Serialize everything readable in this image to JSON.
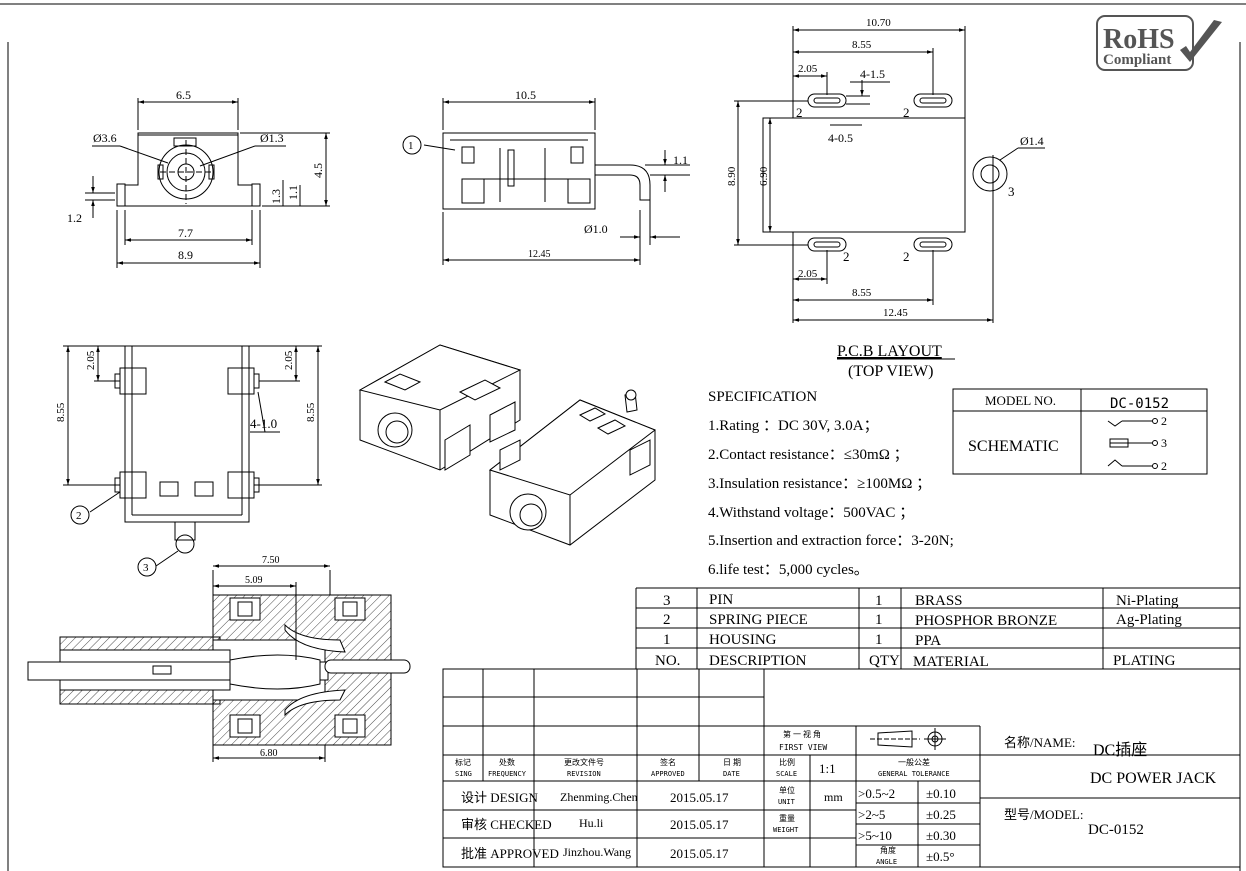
{
  "logo": {
    "line1": "RoHS",
    "line2": "Compliant",
    "check_icon": "check-mark-icon"
  },
  "dims": {
    "front_6_5": "6.5",
    "front_d36": "Ø3.6",
    "front_d13": "Ø1.3",
    "front_4_5": "4.5",
    "front_1_1": "1.1",
    "front_1_3": "1.3",
    "front_1_2": "1.2",
    "front_7_7": "7.7",
    "front_8_9": "8.9",
    "side_10_5": "10.5",
    "side_1_1": "1.1",
    "side_d10": "Ø1.0",
    "side_12_45": "12.45",
    "pcb_10_70": "10.70",
    "pcb_8_55_top": "8.55",
    "pcb_2_05_top": "2.05",
    "pcb_4_1_5": "4-1.5",
    "pcb_4_0_5": "4-0.5",
    "pcb_d14": "Ø1.4",
    "pcb_8_90": "8.90",
    "pcb_6_90": "6.90",
    "pcb_2_05_bot": "2.05",
    "pcb_8_55_bot": "8.55",
    "pcb_12_45": "12.45",
    "top_2_05_l": "2.05",
    "top_2_05_r": "2.05",
    "top_8_55_l": "8.55",
    "top_8_55_r": "8.55",
    "top_4_1_0": "4-1.0",
    "sec_7_50": "7.50",
    "sec_5_09": "5.09",
    "sec_6_80": "6.80",
    "pin_2": "2",
    "pin_3": "3"
  },
  "balloons": {
    "one": "1",
    "two": "2",
    "three": "3"
  },
  "pcb_layout": {
    "title": "P.C.B LAYOUT",
    "subtitle": "(TOP VIEW)"
  },
  "spec": {
    "title": "SPECIFICATION",
    "items": [
      "1.Rating ：DC 30V, 3.0A；",
      "2.Contact resistance：≤30mΩ ；",
      "3.Insulation resistance：≥100MΩ ；",
      "4.Withstand voltage：500VAC ；",
      "5.Insertion and extraction force：3-20N;",
      "6.life test：5,000 cycles。"
    ]
  },
  "model_box": {
    "model_label": "MODEL NO.",
    "model_value": "DC-0152",
    "schematic_label": "SCHEMATIC",
    "pins": [
      "2",
      "3",
      "2"
    ]
  },
  "bom": {
    "rows": [
      {
        "no": "3",
        "desc": "PIN",
        "qty": "1",
        "material": "BRASS",
        "plating": "Ni-Plating"
      },
      {
        "no": "2",
        "desc": "SPRING PIECE",
        "qty": "1",
        "material": "PHOSPHOR BRONZE",
        "plating": "Ag-Plating"
      },
      {
        "no": "1",
        "desc": "HOUSING",
        "qty": "1",
        "material": "PPA",
        "plating": ""
      }
    ],
    "header": {
      "no": "NO.",
      "desc": "DESCRIPTION",
      "qty": "QTY",
      "material": "MATERIAL",
      "plating": "PLATING"
    }
  },
  "title_block": {
    "first_view_cn": "第 一 视 角",
    "first_view_en": "FIRST VIEW",
    "sign_cn": "标记",
    "sign_en": "SING",
    "freq_cn": "处数",
    "freq_en": "FREQUENCY",
    "rev_cn": "更改文件号",
    "rev_en": "REVISION",
    "appr_cn": "签名",
    "appr_en": "APPROVED",
    "date_cn": "日 期",
    "date_en": "DATE",
    "scale_cn": "比例",
    "scale_en": "SCALE",
    "scale_val": "1:1",
    "tol_cn": "一般公差",
    "tol_en": "GENERAL TOLERANCE",
    "unit_cn": "单位",
    "unit_en": "UNIT",
    "unit_val": "mm",
    "weight_cn": "重量",
    "weight_en": "WEIGHT",
    "angle_cn": "角度",
    "angle_en": "ANGLE",
    "tol_rows": [
      {
        "range": ">0.5~2",
        "tol": "±0.10"
      },
      {
        "range": ">2~5",
        "tol": "±0.25"
      },
      {
        "range": ">5~10",
        "tol": "±0.30"
      }
    ],
    "angle_tol": "±0.5°",
    "name_label": "名称/NAME:",
    "name_cn": "DC插座",
    "name_en": "DC POWER JACK",
    "model_label": "型号/MODEL:",
    "model_val": "DC-0152",
    "people": [
      {
        "role": "设计 DESIGN",
        "name": "Zhenming.Chen",
        "date": "2015.05.17"
      },
      {
        "role": "审核 CHECKED",
        "name": "Hu.li",
        "date": "2015.05.17"
      },
      {
        "role": "批准 APPROVED",
        "name": "Jinzhou.Wang",
        "date": "2015.05.17"
      }
    ]
  }
}
